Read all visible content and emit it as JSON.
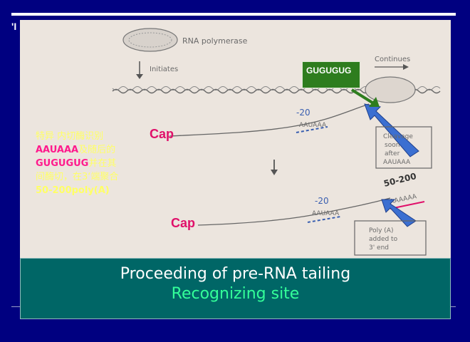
{
  "corner_mark": "'I",
  "figure": {
    "rna_polymerase_label": "RNA polymerase",
    "initiates_label": "Initiates",
    "continues_label": "Continues",
    "minus20_top": "-20",
    "aauaaa_top": "AAUAAA",
    "cleavage_note": [
      "Cleavage",
      "soon",
      "after",
      "AAUAAA"
    ],
    "minus20_bottom": "-20",
    "aauaaa_bottom": "AAUAAA",
    "polya_range": "50-200",
    "polya_seq": "AAAAAA",
    "polya_note": [
      "Poly (A)",
      "added to",
      "3' end"
    ]
  },
  "gugugu_box": "GUGUGUG",
  "cap_top": "Cap",
  "cap_bottom": "Cap",
  "note": {
    "line1": "特异 内切酶识别",
    "seq1": "AAUAAA",
    "line2_after": "及随后的",
    "seq2": "GUGUGUG",
    "line3_after": "并在其",
    "line4": "间酶切，在3‘端聚合",
    "line5": "50-200poly(A)"
  },
  "banner": {
    "title": "Proceeding of pre-RNA tailing",
    "subtitle": "Recognizing site"
  },
  "colors": {
    "background": "#000080",
    "banner": "#006666",
    "cap": "#e0106a",
    "note_text": "#ffff66",
    "note_seq": "#ff1a8c",
    "gugugu_box": "#2e7d1e",
    "subtitle": "#33ff99",
    "arrow_blue": "#3b6fd1"
  }
}
